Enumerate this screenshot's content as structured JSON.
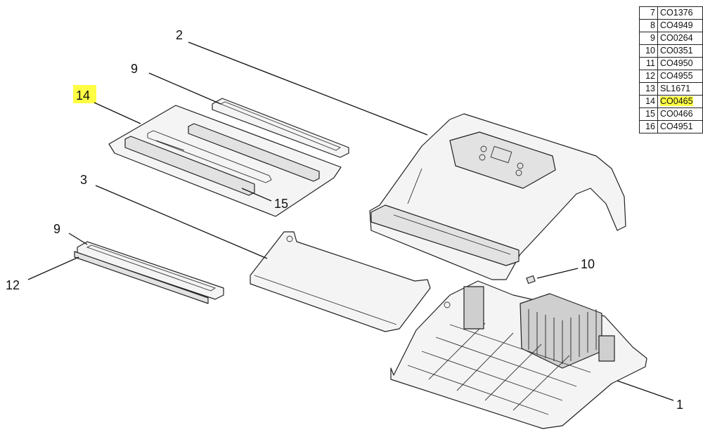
{
  "parts_table": [
    {
      "num": "7",
      "code": "CO1376",
      "highlighted": false
    },
    {
      "num": "8",
      "code": "CO4949",
      "highlighted": false
    },
    {
      "num": "9",
      "code": "CO0264",
      "highlighted": false
    },
    {
      "num": "10",
      "code": "CO0351",
      "highlighted": false
    },
    {
      "num": "11",
      "code": "CO4950",
      "highlighted": false
    },
    {
      "num": "12",
      "code": "CO4955",
      "highlighted": false
    },
    {
      "num": "13",
      "code": "SL1671",
      "highlighted": false
    },
    {
      "num": "14",
      "code": "CO0465",
      "highlighted": true
    },
    {
      "num": "15",
      "code": "CO0466",
      "highlighted": false
    },
    {
      "num": "16",
      "code": "CO4951",
      "highlighted": false
    }
  ],
  "callouts": {
    "c1": "1",
    "c2": "2",
    "c3": "3",
    "c9_top": "9",
    "c9_bottom": "9",
    "c10": "10",
    "c12": "12",
    "c14": "14",
    "c15": "15"
  },
  "highlight_color": "#ffff44"
}
